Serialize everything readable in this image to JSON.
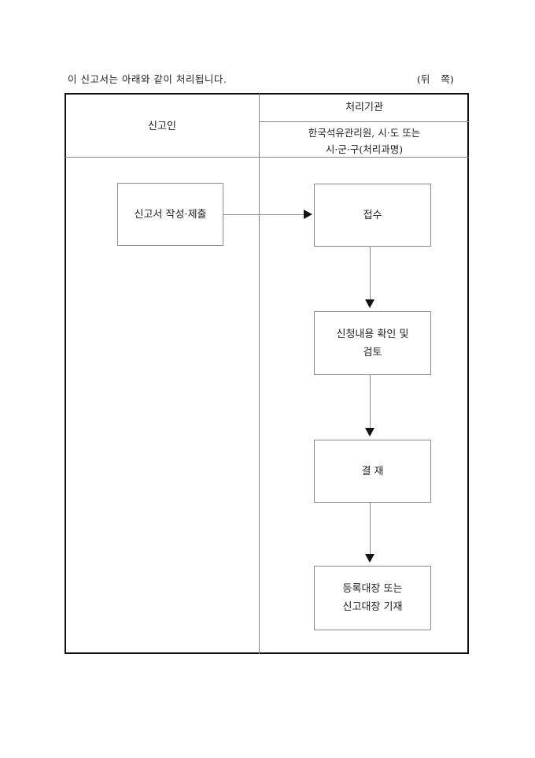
{
  "header": {
    "intro_text": "이 신고서는 아래와 같이 처리됩니다.",
    "page_side": "(뒤 쪽)"
  },
  "table": {
    "reporter_header": "신고인",
    "agency_header": "처리기관",
    "agency_names": "한국석유관리원, 시·도 또는\n시·군·구(처리과명)"
  },
  "flow": {
    "reporter_step": "신고서 작성·제출",
    "agency_steps": [
      "접수",
      "신청내용 확인 및\n검토",
      "결 재",
      "등록대장 또는\n신고대장 기재"
    ]
  }
}
